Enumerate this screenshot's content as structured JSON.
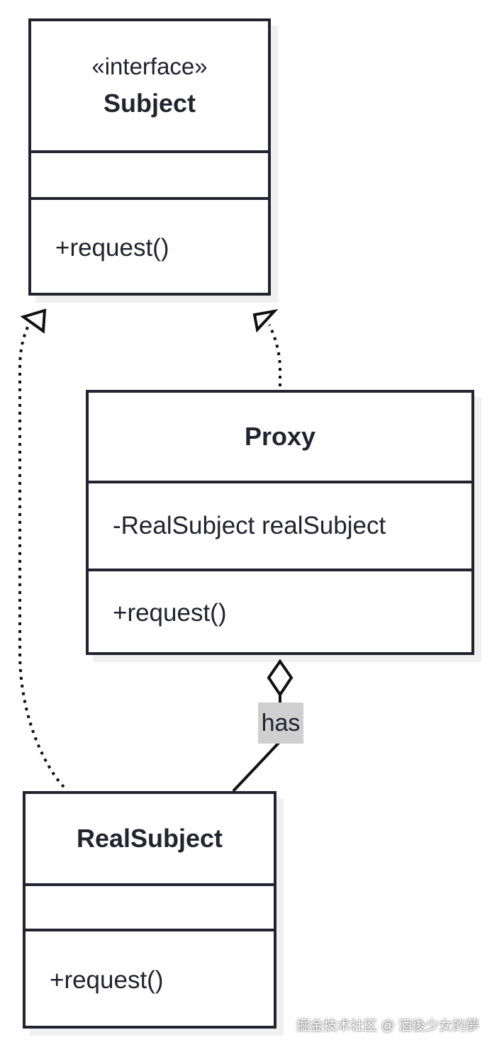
{
  "diagram": {
    "classes": {
      "subject": {
        "stereotype": "«interface»",
        "name": "Subject",
        "methods": [
          "+request()"
        ]
      },
      "proxy": {
        "name": "Proxy",
        "attributes": [
          "-RealSubject realSubject"
        ],
        "methods": [
          "+request()"
        ]
      },
      "realsubject": {
        "name": "RealSubject",
        "methods": [
          "+request()"
        ]
      }
    },
    "relations": {
      "has_label": "has"
    }
  },
  "watermark": "掘金技术社区 @ 酒後少女的夢"
}
